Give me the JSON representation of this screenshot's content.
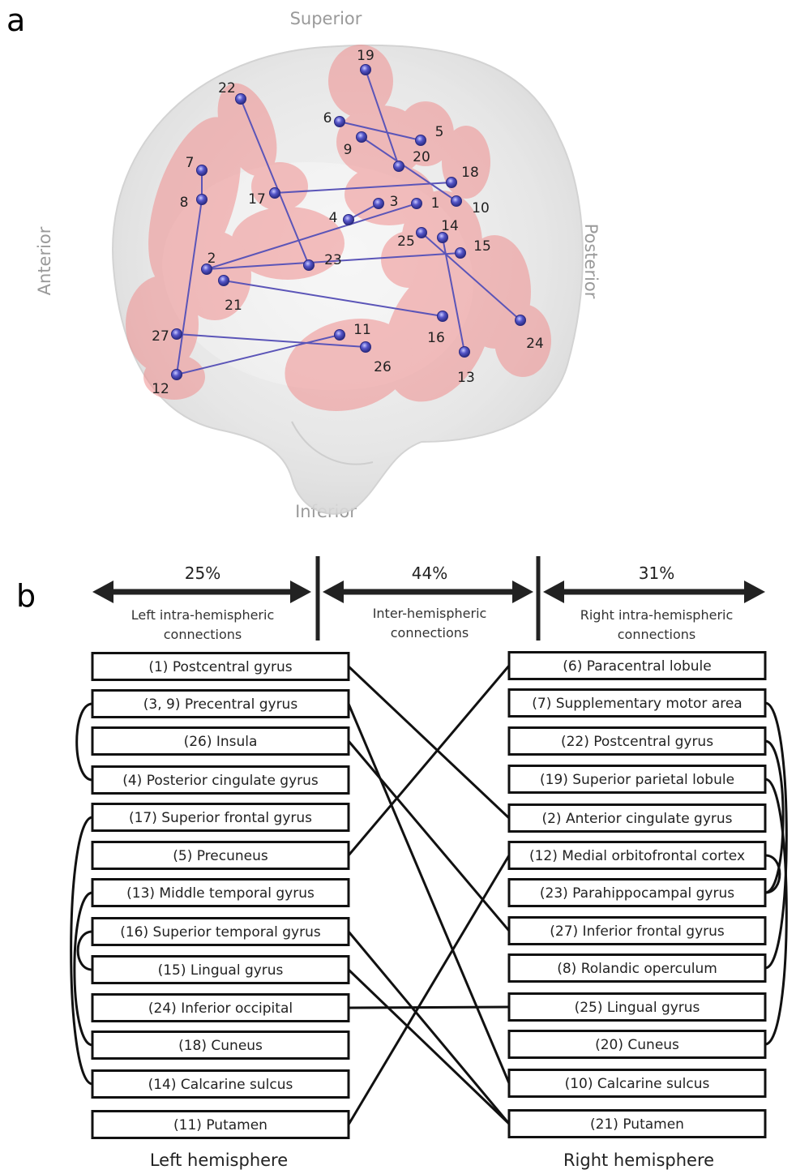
{
  "panel_a": {
    "letter": "a",
    "directions": {
      "superior": "Superior",
      "inferior": "Inferior",
      "anterior": "Anterior",
      "posterior": "Posterior"
    },
    "nodes": [
      {
        "id": "1",
        "label": "1"
      },
      {
        "id": "2",
        "label": "2"
      },
      {
        "id": "3",
        "label": "3"
      },
      {
        "id": "4",
        "label": "4"
      },
      {
        "id": "5",
        "label": "5"
      },
      {
        "id": "6",
        "label": "6"
      },
      {
        "id": "7",
        "label": "7"
      },
      {
        "id": "8",
        "label": "8"
      },
      {
        "id": "9",
        "label": "9"
      },
      {
        "id": "10",
        "label": "10"
      },
      {
        "id": "11",
        "label": "11"
      },
      {
        "id": "12",
        "label": "12"
      },
      {
        "id": "13",
        "label": "13"
      },
      {
        "id": "14",
        "label": "14"
      },
      {
        "id": "15",
        "label": "15"
      },
      {
        "id": "16",
        "label": "16"
      },
      {
        "id": "17",
        "label": "17"
      },
      {
        "id": "18",
        "label": "18"
      },
      {
        "id": "19",
        "label": "19"
      },
      {
        "id": "20",
        "label": "20"
      },
      {
        "id": "21",
        "label": "21"
      },
      {
        "id": "22",
        "label": "22"
      },
      {
        "id": "23",
        "label": "23"
      },
      {
        "id": "24",
        "label": "24"
      },
      {
        "id": "25",
        "label": "25"
      },
      {
        "id": "26",
        "label": "26"
      },
      {
        "id": "27",
        "label": "27"
      }
    ],
    "edges": [
      [
        "19",
        "20"
      ],
      [
        "6",
        "5"
      ],
      [
        "9",
        "10"
      ],
      [
        "7",
        "8"
      ],
      [
        "17",
        "18"
      ],
      [
        "22",
        "23"
      ],
      [
        "4",
        "3"
      ],
      [
        "2",
        "1"
      ],
      [
        "21",
        "16"
      ],
      [
        "25",
        "24"
      ],
      [
        "14",
        "13"
      ],
      [
        "15",
        "2"
      ],
      [
        "8",
        "12"
      ],
      [
        "27",
        "26"
      ],
      [
        "12",
        "11"
      ]
    ],
    "colors": {
      "node": "#4a4ab0",
      "edge": "#5b55b8",
      "blob": "#f4a3a3",
      "brain": "#dcdcdc"
    }
  },
  "panel_b": {
    "letter": "b",
    "sections": [
      {
        "percent": "25%",
        "label_line1": "Left intra-hemispheric",
        "label_line2": "connections"
      },
      {
        "percent": "44%",
        "label_line1": "Inter-hemispheric",
        "label_line2": "connections"
      },
      {
        "percent": "31%",
        "label_line1": "Right intra-hemispheric",
        "label_line2": "connections"
      }
    ],
    "left_regions": [
      "(1) Postcentral gyrus",
      "(3, 9) Precentral gyrus",
      "(26) Insula",
      "(4) Posterior cingulate gyrus",
      "(17) Superior frontal gyrus",
      "(5) Precuneus",
      "(13) Middle temporal gyrus",
      "(16) Superior temporal gyrus",
      "(15) Lingual gyrus",
      "(24) Inferior occipital",
      "(18) Cuneus",
      "(14) Calcarine sulcus",
      "(11) Putamen"
    ],
    "right_regions": [
      "(6) Paracentral lobule",
      "(7) Supplementary motor area",
      "(22) Postcentral gyrus",
      "(19) Superior parietal lobule",
      "(2) Anterior cingulate gyrus",
      "(12) Medial orbitofrontal cortex",
      "(23) Parahippocampal gyrus",
      "(27) Inferior frontal gyrus",
      "(8) Rolandic operculum",
      "(25) Lingual gyrus",
      "(20) Cuneus",
      "(10) Calcarine sulcus",
      "(21) Putamen"
    ],
    "cross_links": [
      [
        0,
        4
      ],
      [
        1,
        11
      ],
      [
        2,
        7
      ],
      [
        5,
        0
      ],
      [
        7,
        12
      ],
      [
        8,
        12
      ],
      [
        9,
        9
      ],
      [
        12,
        5
      ]
    ],
    "left_arcs": [
      [
        1,
        3
      ],
      [
        4,
        11
      ],
      [
        6,
        10
      ],
      [
        7,
        8
      ]
    ],
    "right_arcs": [
      [
        1,
        8
      ],
      [
        2,
        6
      ],
      [
        3,
        10
      ],
      [
        5,
        6
      ]
    ],
    "footer_left": "Left hemisphere",
    "footer_right": "Right hemisphere"
  }
}
